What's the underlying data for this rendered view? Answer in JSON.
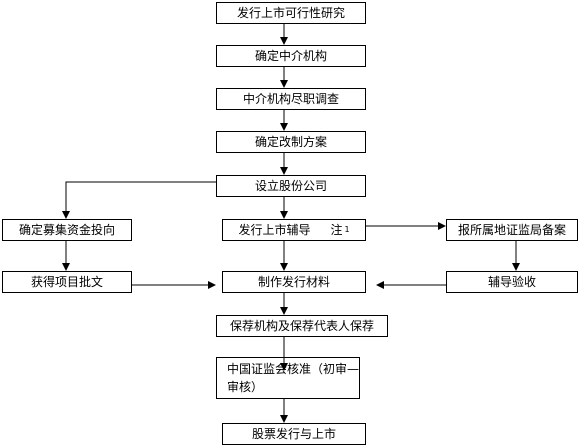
{
  "nodes": {
    "feasibility": "发行上市可行性研究",
    "intermediary": "确定中介机构",
    "due_diligence": "中介机构尽职调查",
    "restructuring": "确定改制方案",
    "establish_company": "设立股份公司",
    "fund_investment": "确定募集资金投向",
    "project_approval": "获得项目批文",
    "counseling": "发行上市辅导",
    "counseling_note": "注",
    "counseling_note_mark": "1",
    "filing": "报所属地证监局备案",
    "acceptance": "辅导验收",
    "materials": "制作发行材料",
    "sponsor": "保荐机构及保荐代表人保荐",
    "csrc_line1": "中国证监会核准（初审—",
    "csrc_line2": "审核）",
    "listing": "股票发行与上市"
  },
  "colors": {
    "stroke": "#000000",
    "background": "#ffffff"
  }
}
